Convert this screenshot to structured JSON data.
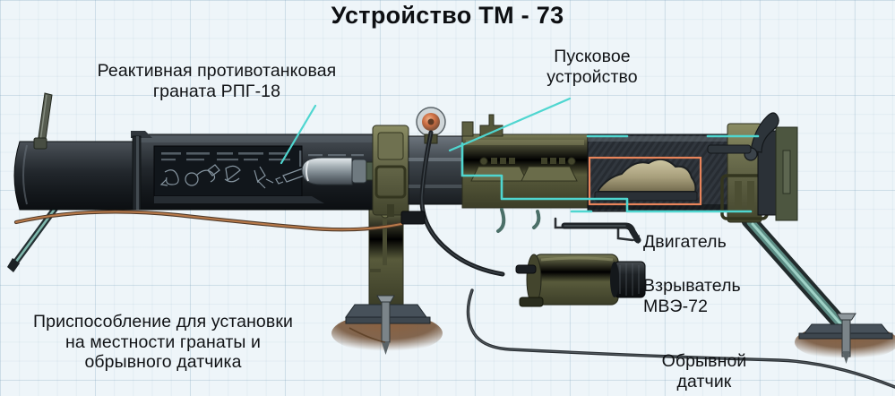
{
  "page": {
    "title": "Устройство ТМ - 73",
    "background_color": "#eef5f9",
    "language": "ru"
  },
  "diagram": {
    "subject": "ТМ-73",
    "kind": "technical-cutaway-illustration",
    "labels": [
      {
        "id": "grenade",
        "text": "Реактивная противотанковая\nграната РПГ-18",
        "points_to": "rocket-grenade-in-tube",
        "leader_color": "#4fd6d0"
      },
      {
        "id": "launcher",
        "text": "Пусковое\nустройство",
        "points_to": "launch-device-body",
        "leader_color": "#4fd6d0"
      },
      {
        "id": "engine",
        "text": "Двигатель",
        "points_to": "rocket-motor",
        "leader_color": "#2b2f33"
      },
      {
        "id": "fuze",
        "text": "Взрыватель\nМВЭ-72",
        "points_to": "mve-72-fuze-body",
        "leader_color": "#2b2f33"
      },
      {
        "id": "tripwire",
        "text": "Обрывной\nдатчик",
        "points_to": "break-wire-sensor",
        "leader_color": "#2b2f33"
      },
      {
        "id": "mount",
        "text": "Приспособление для установки\nна местности гранаты и\nобрывного датчика",
        "points_to": "ground-mount-assembly",
        "leader_color": "#2b2f33"
      }
    ],
    "colors": {
      "tube_dark": "#31363c",
      "tube_body": "#1f2429",
      "olive": "#595b3c",
      "olive_light": "#6b6d4a",
      "highlight_box": "#e8845a",
      "charge_tan": "#b5ae8c",
      "wire_cyan": "#4fd6d0",
      "wire_copper": "#b97a4a",
      "wire_black": "#24282c",
      "soil": "#7a5336",
      "steel": "#8b969b"
    },
    "parts": [
      {
        "name": "antenna-post",
        "location": "left-end-top"
      },
      {
        "name": "rear-tube-cap",
        "location": "left-end"
      },
      {
        "name": "instruction-pictogram-panel",
        "location": "grenade-tube-left"
      },
      {
        "name": "rocket-nose-cone",
        "location": "grenade-tube-mid",
        "finish": "chrome"
      },
      {
        "name": "percussion-cap-disc",
        "location": "launcher-top-center",
        "color": "#d2734a"
      },
      {
        "name": "highlighted-charge",
        "location": "tube-right-interior",
        "outline": "#e8845a"
      },
      {
        "name": "trigger-lever",
        "location": "right-end-top"
      },
      {
        "name": "center-support-post",
        "location": "bottom-center"
      },
      {
        "name": "ground-stake-left",
        "location": "bottom-center"
      },
      {
        "name": "ground-stake-right",
        "location": "bottom-right"
      },
      {
        "name": "mve-72-fuze",
        "location": "bottom-center-right"
      },
      {
        "name": "break-wire",
        "location": "bottom-span"
      }
    ]
  }
}
